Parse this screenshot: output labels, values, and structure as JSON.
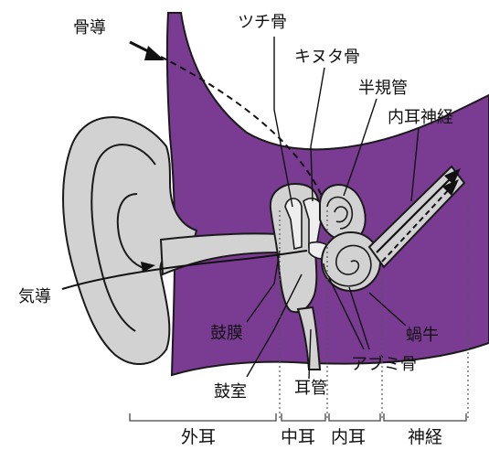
{
  "labels": {
    "bone_conduction": "骨導",
    "malleus": "ツチ骨",
    "incus": "キヌタ骨",
    "semicircular_canals": "半規管",
    "inner_ear_nerve": "内耳神経",
    "air_conduction": "気導",
    "eardrum": "鼓膜",
    "cochlea": "蝸牛",
    "stapes": "アブミ骨",
    "tympanic_cavity": "鼓室",
    "eustachian_tube": "耳管"
  },
  "sections": {
    "outer_ear": "外耳",
    "middle_ear": "中耳",
    "inner_ear": "内耳",
    "nerve": "神経"
  },
  "colors": {
    "skull": "#7a3c93",
    "ear_gray": "#d2d2d2",
    "outline": "#1a1a1a"
  }
}
